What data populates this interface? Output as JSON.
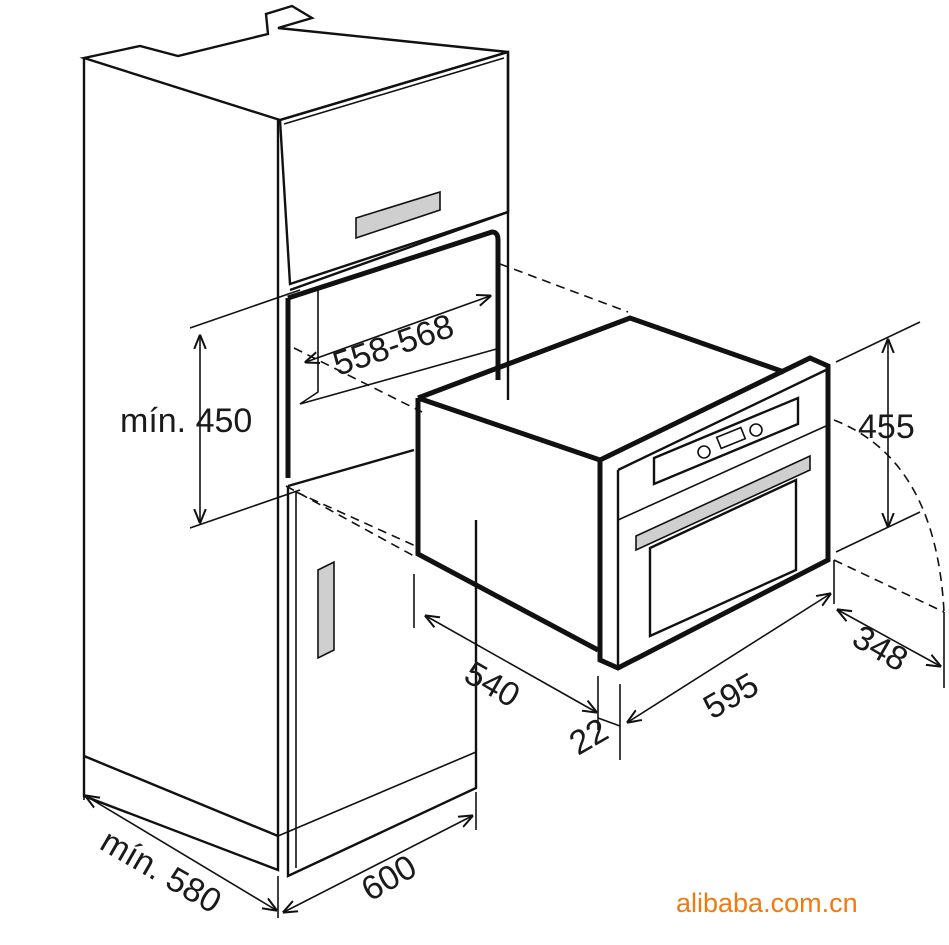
{
  "dimensions": {
    "width_niche": "558-568",
    "height_niche": "mín. 450",
    "oven_height": "455",
    "oven_depth": "540",
    "oven_width": "595",
    "front_thickness": "22",
    "door_swing": "348",
    "cabinet_width": "600",
    "cabinet_depth": "mín. 580"
  },
  "watermark": "alibaba.com.cn",
  "colors": {
    "line": "#111111",
    "panel_grey": "#cfcfcf",
    "watermark": "#f07a10"
  }
}
